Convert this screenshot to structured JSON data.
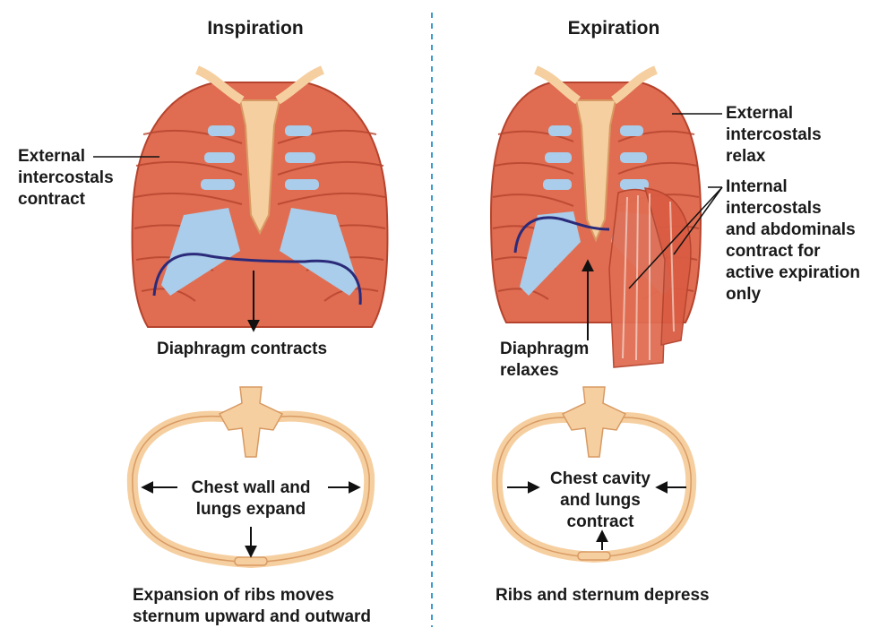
{
  "panels": {
    "inspiration": {
      "title": "Inspiration",
      "muscle_label": "External\nintercostals\ncontract",
      "diaphragm_label": "Diaphragm contracts",
      "cross_section_label": "Chest wall and\nlungs expand",
      "caption": "Expansion of ribs moves\nsternum upward and outward"
    },
    "expiration": {
      "title": "Expiration",
      "external_label": "External\nintercostals\nrelax",
      "internal_label": "Internal\nintercostals\nand abdominals\ncontract for\nactive expiration\nonly",
      "diaphragm_label": "Diaphragm\nrelaxes",
      "cross_section_label": "Chest cavity\nand lungs\ncontract",
      "caption": "Ribs and sternum depress"
    }
  },
  "colors": {
    "muscle": "#e06d52",
    "muscle_stripe": "#b5432d",
    "bone": "#f6cfa0",
    "bone_outline": "#d89a63",
    "cartilage": "#a9cdea",
    "diaphragm": "#2b2a7a",
    "divider": "#3a9bd1"
  }
}
